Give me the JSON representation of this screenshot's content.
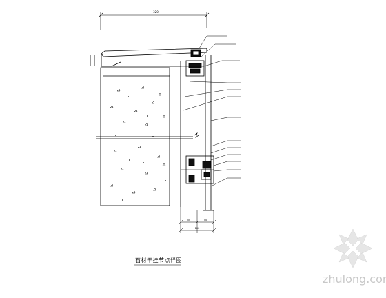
{
  "drawing": {
    "caption": "石材干挂节点详图",
    "dimension_labels": {
      "top_overall": "320",
      "bottom_left": "50",
      "bottom_right": "50",
      "bottom_total": "100"
    }
  },
  "watermark": {
    "text": "zhulong.com"
  }
}
